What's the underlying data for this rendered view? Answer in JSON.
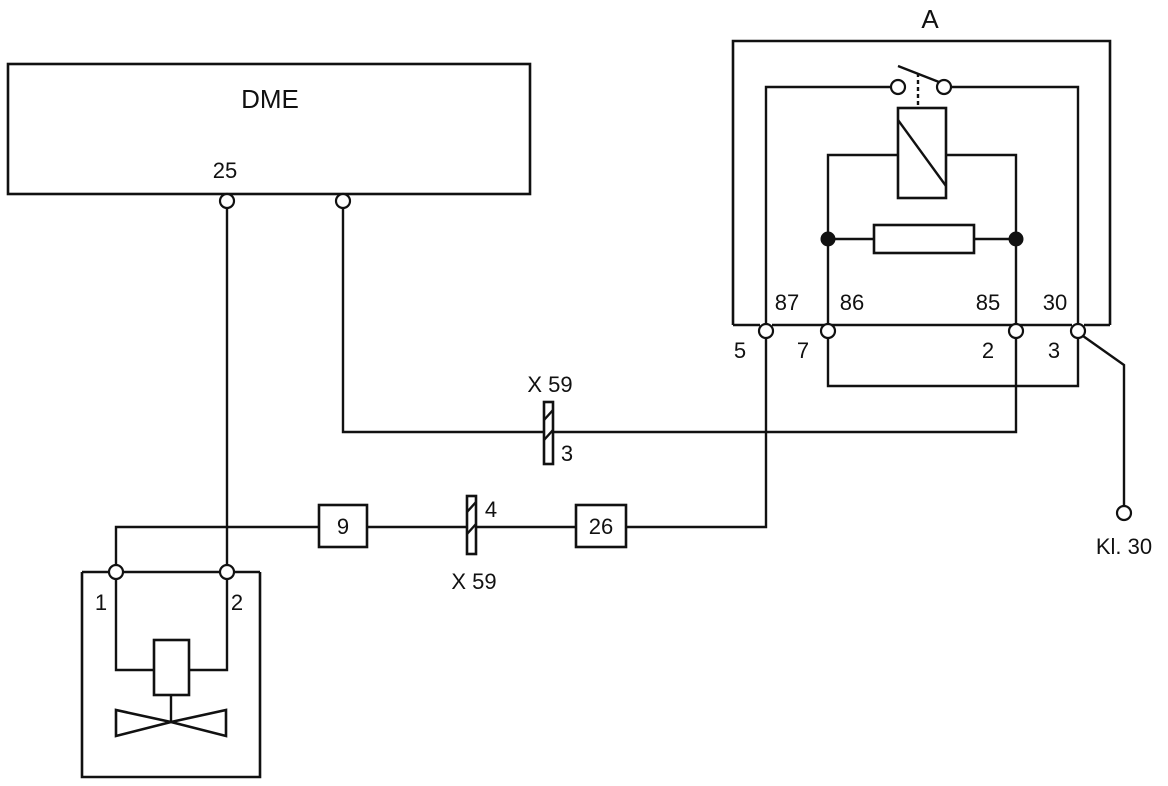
{
  "dme": {
    "label": "DME",
    "pin_25": "25"
  },
  "relay": {
    "label": "A",
    "pin_87": "87",
    "pin_86": "86",
    "pin_85": "85",
    "pin_30": "30",
    "conn_5": "5",
    "conn_7": "7",
    "conn_2": "2",
    "conn_3": "3"
  },
  "connector_x59_upper": {
    "label": "X 59",
    "pin": "3"
  },
  "connector_x59_lower": {
    "label": "X 59",
    "pin": "4"
  },
  "node_9": "9",
  "node_26": "26",
  "kl30": "Kl. 30",
  "valve": {
    "pin_1": "1",
    "pin_2": "2"
  },
  "colors": {
    "line": "#111111",
    "background": "#ffffff"
  },
  "icons": {
    "relay_coil": "coil-icon",
    "relay_switch": "switch-icon",
    "resistor": "resistor-icon",
    "valve": "solenoid-valve-icon"
  }
}
